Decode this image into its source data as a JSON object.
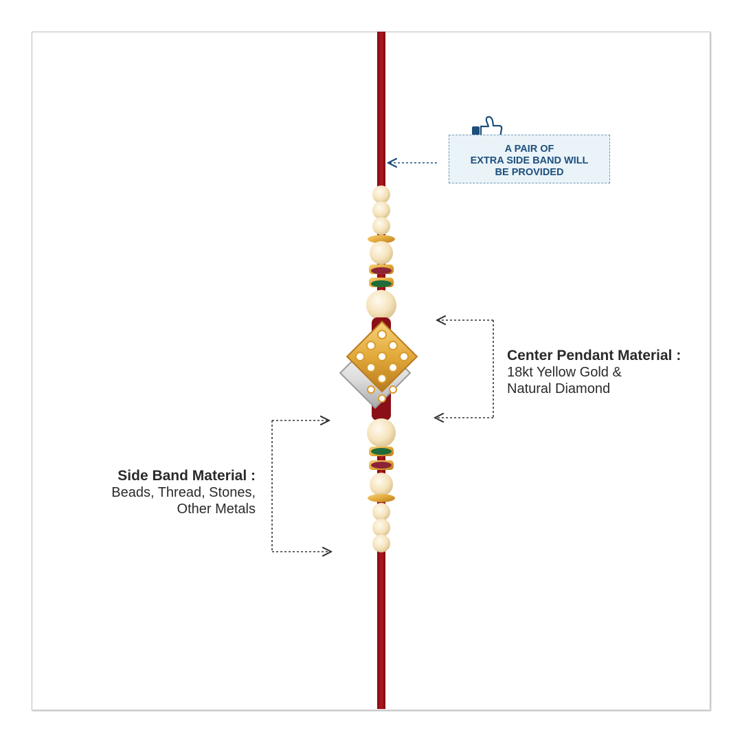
{
  "callout": {
    "icon": "thumbs-up-icon",
    "lines": [
      "A PAIR OF",
      "EXTRA SIDE BAND WILL",
      "BE PROVIDED"
    ]
  },
  "center_label": {
    "title": "Center Pendant Material :",
    "lines": [
      "18kt Yellow Gold &",
      "Natural Diamond"
    ]
  },
  "side_label": {
    "title": "Side Band Material :",
    "lines": [
      "Beads, Thread, Stones,",
      "Other Metals"
    ]
  },
  "colors": {
    "thread": "#a5131b",
    "bead": "#f5e3bc",
    "gold": "#e2a93a",
    "callout_text": "#1d4f7d",
    "callout_bg": "#eaf3f8"
  }
}
